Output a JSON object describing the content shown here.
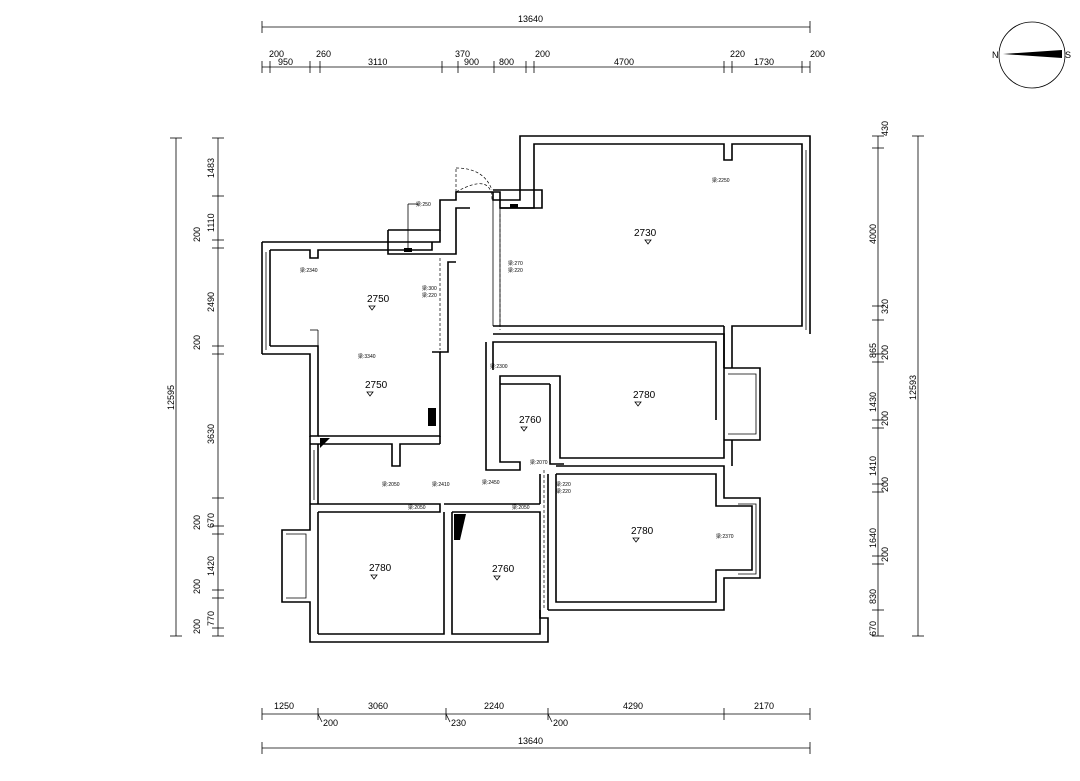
{
  "compass": {
    "left_letter": "N",
    "right_letter": "S"
  },
  "top_dimensions": {
    "overall": "13640",
    "upper_row": [
      "200",
      "260",
      "370",
      "200",
      "220",
      "200"
    ],
    "lower_row": [
      "950",
      "3110",
      "900",
      "800",
      "4700",
      "1730"
    ]
  },
  "bottom_dimensions": {
    "overall": "13640",
    "upper_row": [
      "1250",
      "3060",
      "2240",
      "4290",
      "2170"
    ],
    "lower_row": [
      "200",
      "230",
      "200"
    ]
  },
  "left_dimensions": {
    "overall": "12595",
    "segments": [
      "1483",
      "1110",
      "200",
      "2490",
      "200",
      "3630",
      "670",
      "200",
      "1420",
      "200",
      "770",
      "200"
    ]
  },
  "right_dimensions": {
    "overall": "12593",
    "segments": [
      "430",
      "4000",
      "320",
      "865",
      "200",
      "1430",
      "200",
      "1410",
      "200",
      "1640",
      "200",
      "830",
      "670"
    ]
  },
  "room_heights": [
    "2730",
    "2750",
    "2750",
    "2760",
    "2780",
    "2780",
    "2780",
    "2760"
  ],
  "beam_notes": [
    "梁:2250",
    "梁:2340",
    "梁:3340",
    "梁:2300",
    "梁:2070",
    "梁:2370",
    "梁:2050",
    "梁:2410",
    "梁:2450",
    "梁:2050",
    "梁:2050"
  ],
  "small_notes": [
    "梁:270",
    "梁:220",
    "梁:300",
    "梁:220",
    "梁:220",
    "梁:220",
    "梁:250"
  ]
}
